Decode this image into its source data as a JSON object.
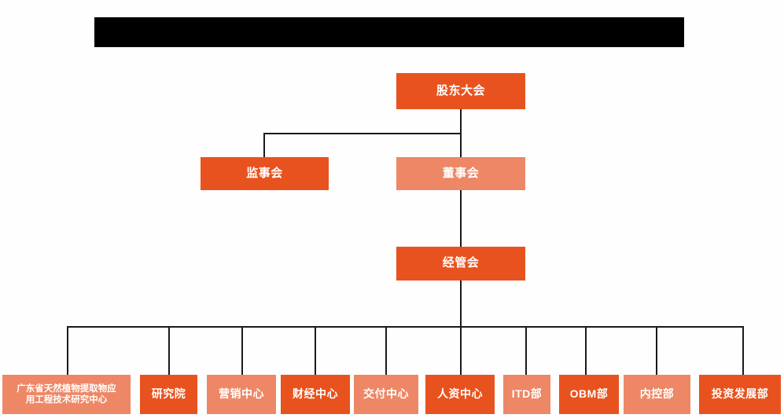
{
  "page": {
    "title_bar": {
      "name": "redacted-title-bar",
      "content": "",
      "color": "#000000"
    },
    "background_color": "#fefefe"
  },
  "theme": {
    "accent_dark": "#e8521e",
    "accent_light": "#ed8765",
    "text_color": "#ffffff",
    "line_color": "#1a1a1a"
  },
  "org_chart": {
    "type": "hierarchy",
    "levels": [
      {
        "level": 1,
        "nodes": [
          {
            "id": "shareholders",
            "label": "股东大会",
            "shade": "dark"
          }
        ]
      },
      {
        "level": 2,
        "nodes": [
          {
            "id": "supervisors",
            "label": "监事会",
            "shade": "dark"
          },
          {
            "id": "directors",
            "label": "董事会",
            "shade": "light"
          }
        ]
      },
      {
        "level": 3,
        "nodes": [
          {
            "id": "management",
            "label": "经管会",
            "shade": "dark"
          }
        ]
      },
      {
        "level": 4,
        "nodes": [
          {
            "id": "research-center",
            "label": "广东省天然植物提取物应\n用工程技术研究中心",
            "shade": "light"
          },
          {
            "id": "institute",
            "label": "研究院",
            "shade": "dark"
          },
          {
            "id": "marketing-center",
            "label": "营销中心",
            "shade": "light"
          },
          {
            "id": "finance-center",
            "label": "财经中心",
            "shade": "dark"
          },
          {
            "id": "delivery-center",
            "label": "交付中心",
            "shade": "light"
          },
          {
            "id": "hr-center",
            "label": "人资中心",
            "shade": "dark"
          },
          {
            "id": "itd-dept",
            "label": "ITD部",
            "shade": "light"
          },
          {
            "id": "obm-dept",
            "label": "OBM部",
            "shade": "dark"
          },
          {
            "id": "internal-control-dept",
            "label": "内控部",
            "shade": "light"
          },
          {
            "id": "investment-dev-dept",
            "label": "投资发展部",
            "shade": "dark"
          }
        ]
      }
    ],
    "edges": [
      {
        "from": "shareholders",
        "to": "supervisors"
      },
      {
        "from": "shareholders",
        "to": "directors"
      },
      {
        "from": "directors",
        "to": "management"
      },
      {
        "from": "management",
        "to": "research-center"
      },
      {
        "from": "management",
        "to": "institute"
      },
      {
        "from": "management",
        "to": "marketing-center"
      },
      {
        "from": "management",
        "to": "finance-center"
      },
      {
        "from": "management",
        "to": "delivery-center"
      },
      {
        "from": "management",
        "to": "hr-center"
      },
      {
        "from": "management",
        "to": "itd-dept"
      },
      {
        "from": "management",
        "to": "obm-dept"
      },
      {
        "from": "management",
        "to": "internal-control-dept"
      },
      {
        "from": "management",
        "to": "investment-dev-dept"
      }
    ]
  }
}
